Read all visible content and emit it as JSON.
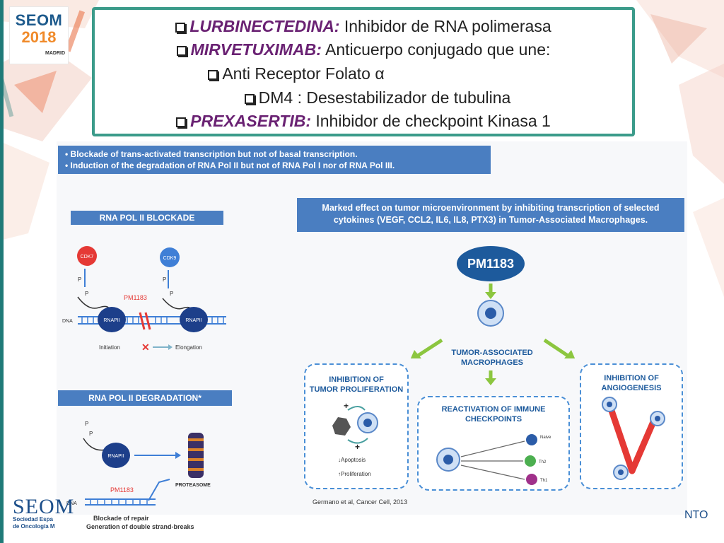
{
  "logo": {
    "line1": "SEOM",
    "line2": "2018",
    "line3": "MADRID"
  },
  "title_items": [
    {
      "term": "LURBINECTEDINA:",
      "rest": " Inhibidor de RNA polimerasa"
    },
    {
      "term": "MIRVETUXIMAB:",
      "rest": " Anticuerpo conjugado que une:"
    },
    {
      "term": "",
      "rest": "Anti Receptor Folato α"
    },
    {
      "term": "",
      "rest": "DM4 : Desestabilizador de tubulina"
    },
    {
      "term": "PREXASERTIB:",
      "rest": " Inhibidor de checkpoint Kinasa 1"
    }
  ],
  "figure": {
    "header_bullets": [
      "• Blockade of trans-activated transcription but not of basal transcription.",
      "• Induction of the degradation of RNA Pol II but not of RNA Pol I nor of RNA Pol III."
    ],
    "pol2_blockade": {
      "title": "RNA POL II BLOCKADE",
      "cdk7": "CDK7",
      "cdk9": "CDK9",
      "p": "P",
      "drug": "PM1183",
      "dna": "DNA",
      "rnapii": "RNAPII",
      "initiation": "Initiation",
      "elongation": "Elongation"
    },
    "pol2_degradation": {
      "title": "RNA POL II DEGRADATION*",
      "p": "P",
      "rnapii": "RNAPII",
      "proteasome": "PROTEASOME",
      "drug": "PM1183",
      "dna": "DNA",
      "caption1": "Blockade of repair",
      "caption2": "Generation of double strand-breaks"
    },
    "macro": {
      "banner_line1": "Marked effect on tumor microenvironment by inhibiting transcription of selected",
      "banner_line2": "cytokines (VEGF, CCL2, IL6, IL8, PTX3) in Tumor-Associated Macrophages.",
      "drug": "PM1183",
      "tam_line1": "TUMOR-ASSOCIATED",
      "tam_line2": "MACROPHAGES",
      "prolif_line1": "INHIBITION OF",
      "prolif_line2": "TUMOR PROLIFERATION",
      "apoptosis": "Apoptosis",
      "proliferation": "Proliferation",
      "immune_line1": "REACTIVATION OF IMMUNE",
      "immune_line2": "CHECKPOINTS",
      "naive": "Naive",
      "th2": "Th2",
      "th1": "Th1",
      "angio_line1": "INHIBITION OF",
      "angio_line2": "ANGIOGENESIS"
    },
    "citation": "Germano et al, Cancer Cell, 2013"
  },
  "footer": {
    "seom": "SEOM",
    "sub_line1": "Sociedad Espa",
    "sub_line2": "de Oncología M",
    "right_fragment": "NTO"
  },
  "colors": {
    "accent_teal": "#3b9b8a",
    "term_purple": "#6a2273",
    "figure_blue": "#4a7ec1",
    "dark_blue": "#1d5a9c",
    "green_arrow": "#8cc63f",
    "red": "#e53935"
  }
}
